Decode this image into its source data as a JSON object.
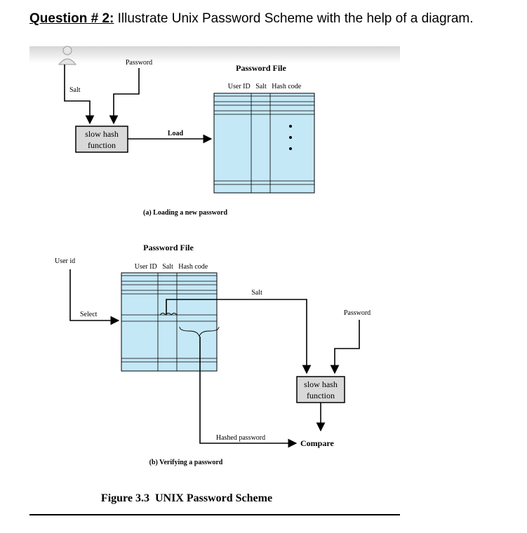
{
  "question": {
    "label": "Question # 2:",
    "text": " Illustrate Unix Password Scheme with the help of a diagram."
  },
  "diagram_a": {
    "password_label": "Password",
    "salt_label": "Salt",
    "file_title": "Password File",
    "col_headers": "User ID   Salt   Hash code",
    "hash_box_line1": "slow hash",
    "hash_box_line2": "function",
    "load_label": "Load",
    "caption": "(a) Loading a new password"
  },
  "diagram_b": {
    "file_title": "Password File",
    "col_headers": "User ID   Salt   Hash code",
    "userid_label": "User id",
    "select_label": "Select",
    "salt_label": "Salt",
    "password_label": "Password",
    "hash_box_line1": "slow hash",
    "hash_box_line2": "function",
    "hashed_password_label": "Hashed password",
    "compare_label": "Compare",
    "caption": "(b) Verifying a password"
  },
  "figure_caption": "Figure 3.3  UNIX Password Scheme",
  "colors": {
    "table_fill": "#c5e8f6",
    "box_fill": "#d9d9d9",
    "line": "#000000"
  }
}
